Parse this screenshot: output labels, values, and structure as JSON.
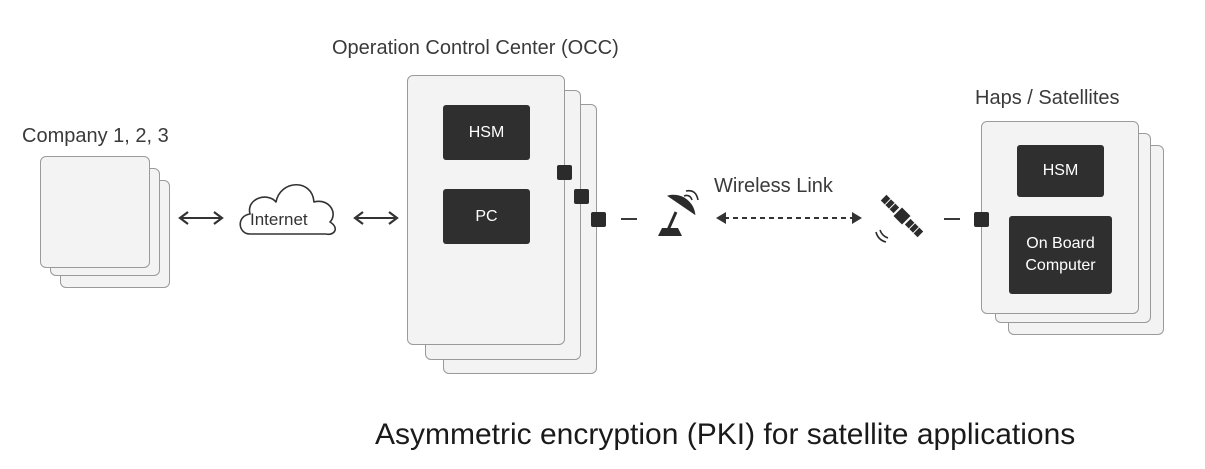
{
  "company": {
    "title": "Company 1, 2, 3"
  },
  "internet": {
    "label": "Internet"
  },
  "occ": {
    "title": "Operation Control Center (OCC)",
    "hsm": "HSM",
    "pc": "PC"
  },
  "link": {
    "label": "Wireless Link"
  },
  "haps": {
    "title": "Haps / Satellites",
    "hsm": "HSM",
    "obc_line1": "On Board",
    "obc_line2": "Computer"
  },
  "caption": "Asymmetric encryption (PKI) for satellite applications",
  "icons": [
    "double-arrow-icon",
    "cloud-icon",
    "satellite-dish-icon",
    "satellite-icon"
  ]
}
